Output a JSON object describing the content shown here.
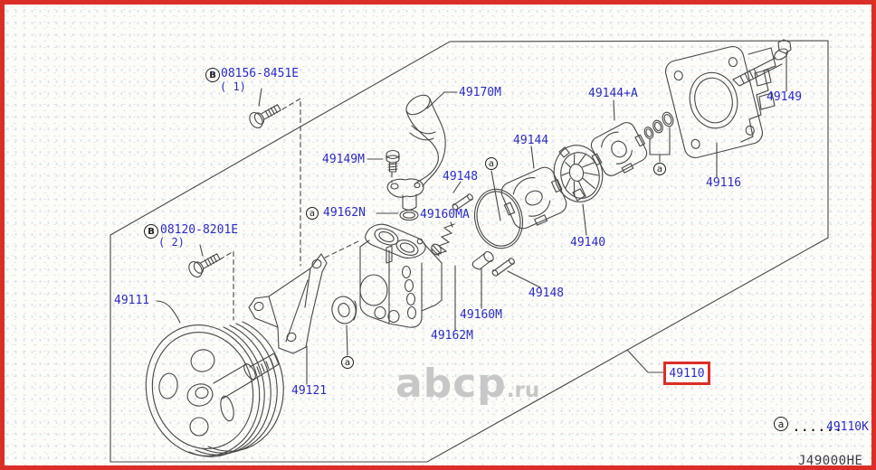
{
  "diagram": {
    "watermark_main": "abcp",
    "watermark_tld": ".ru",
    "drawing_code": "J49000HE",
    "highlighted_part": "49110",
    "legend_dots": "......",
    "legend_part": "49110K"
  },
  "letters": {
    "a": "a",
    "B": "B"
  },
  "labels": {
    "bolt_08156": {
      "code": "08156-8451E",
      "qty": "( 1)"
    },
    "bolt_08120": {
      "code": "08120-8201E",
      "qty": "( 2)"
    },
    "hose": "49170M",
    "hose_bolt": "49149M",
    "pin_upper": "49148",
    "cam_ring": "49144",
    "rotor": "49140",
    "cam_plate": "49144+A",
    "rear_cover": "49116",
    "cover_bolt": "49149",
    "oring_hose": "49162N",
    "valve_spring": "49160MA",
    "valve": "49160M",
    "pump_housing": "49162M",
    "pin_lower": "49148",
    "pulley": "49111",
    "bracket": "49121"
  },
  "colors": {
    "label_blue": "#2b2bc4",
    "highlight_red": "#db2e27",
    "line": "#474747",
    "watermark_gray": "#c7c7c7"
  }
}
